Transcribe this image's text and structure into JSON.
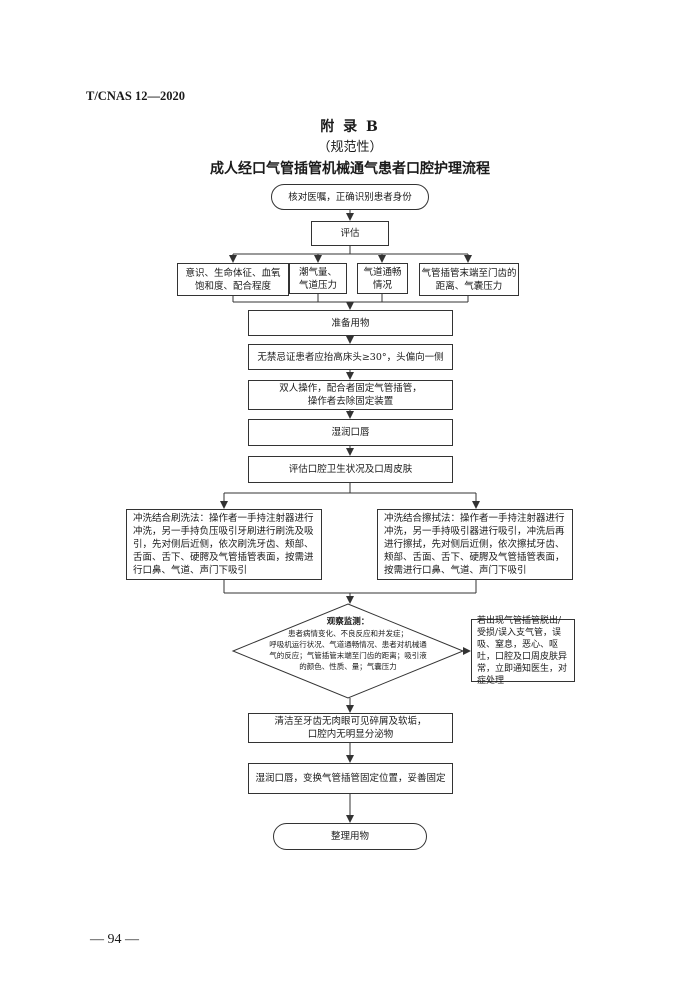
{
  "header": {
    "doc_code": "T/CNAS 12—2020",
    "appendix": "附 录 B",
    "normative": "（规范性）",
    "title": "成人经口气管插管机械通气患者口腔护理流程"
  },
  "flow": {
    "start": "核对医嘱，正确识别患者身份",
    "assess": "评估",
    "assess_items": [
      "意识、生命体征、血氧\n饱和度、配合程度",
      "潮气量、\n气道压力",
      "气道通畅\n情况",
      "气管插管末端至门齿的\n距离、气囊压力"
    ],
    "prepare": "准备用物",
    "position": "无禁忌证患者应抬高床头≥30°，头偏向一侧",
    "fix": "双人操作，配合者固定气管插管，\n操作者去除固定装置",
    "moisten": "湿润口唇",
    "assess_oral": "评估口腔卫生状况及口周皮肤",
    "method_brush": "冲洗结合刷洗法：操作者一手持注射器进行冲洗，另一手持负压吸引牙刷进行刷洗及吸引，先对侧后近侧，依次刷洗牙齿、颊部、舌面、舌下、硬腭及气管插管表面，按需进行口鼻、气道、声门下吸引",
    "method_wipe": "冲洗结合擦拭法：操作者一手持注射器进行冲洗，另一手持吸引器进行吸引，冲洗后再进行擦拭，先对侧后近侧，依次擦拭牙齿、颊部、舌面、舌下、硬腭及气管插管表面，按需进行口鼻、气道、声门下吸引",
    "observe_title": "观察监测：",
    "observe_body": "患者病情变化、不良反应和并发症；\n呼吸机运行状况、气道通畅情况、患者对机械通\n气的反应；气管插管末端至门齿的距离；吸引液\n的颜色、性质、量；气囊压力",
    "abnormal": "若出现气管插管脱出/受损/误入支气管，误吸、窒息，恶心、呕吐，口腔及口周皮肤异常，立即通知医生，对症处理",
    "clean": "清洁至牙齿无肉眼可见碎屑及软垢，\n口腔内无明显分泌物",
    "refix": "湿润口唇，变换气管插管固定位置，妥善固定",
    "end": "整理用物"
  },
  "footer": {
    "page": "— 94 —"
  }
}
